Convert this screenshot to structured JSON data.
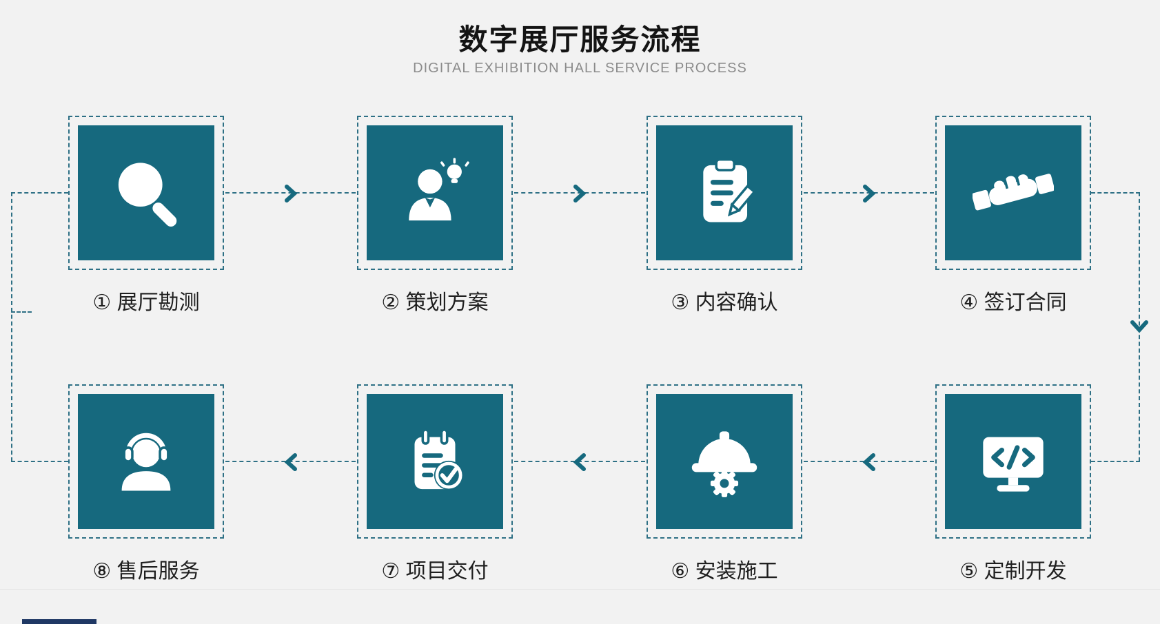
{
  "header": {
    "title": "数字展厅服务流程",
    "subtitle": "DIGITAL EXHIBITION HALL SERVICE PROCESS"
  },
  "colors": {
    "accent": "#16697e",
    "dashed_border": "#2e7085",
    "background": "#f2f2f2",
    "footer_bar": "#1f3864",
    "divider": "#e2e2e2",
    "title_text": "#141414",
    "subtitle_text": "#8b8b8b",
    "label_text": "#1f1f1f"
  },
  "steps": [
    {
      "label": "① 展厅勘测",
      "icon": "magnifier-icon"
    },
    {
      "label": "② 策划方案",
      "icon": "planner-idea-icon"
    },
    {
      "label": "③ 内容确认",
      "icon": "clipboard-edit-icon"
    },
    {
      "label": "④ 签订合同",
      "icon": "handshake-icon"
    },
    {
      "label": "⑤ 定制开发",
      "icon": "code-monitor-icon"
    },
    {
      "label": "⑥ 安装施工",
      "icon": "helmet-gear-icon"
    },
    {
      "label": "⑦ 项目交付",
      "icon": "checklist-icon"
    },
    {
      "label": "⑧ 售后服务",
      "icon": "support-agent-icon"
    }
  ]
}
